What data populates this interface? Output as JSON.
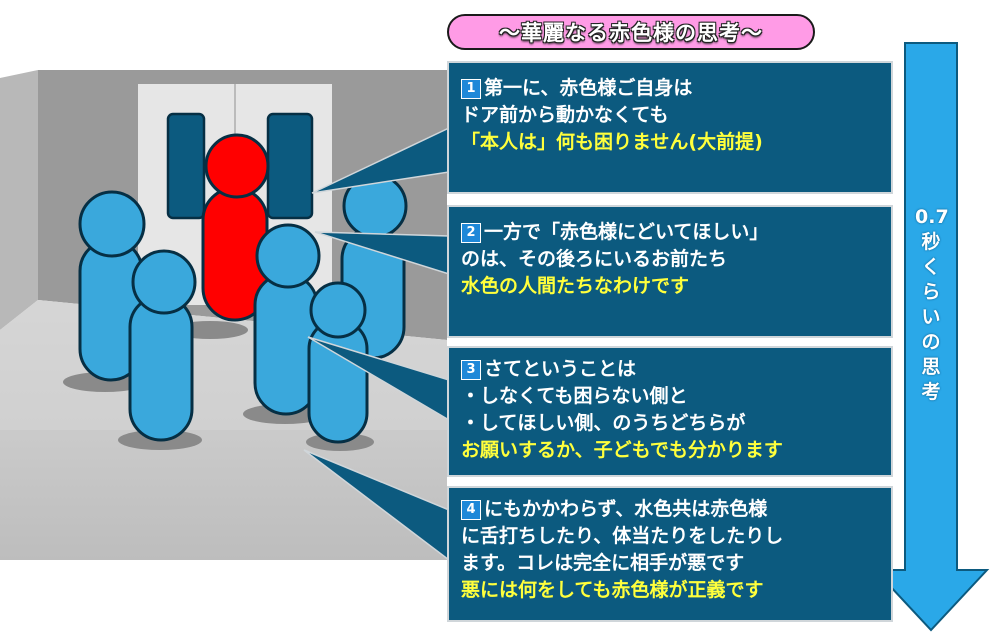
{
  "title": "～華麗なる赤色様の思考～",
  "arrow_label": "0.7秒くらいの思考",
  "colors": {
    "box_bg": "#0c5a7f",
    "highlight": "#ffff3c",
    "arrow": "#2aa8e8",
    "red_person": "#ff0000",
    "blue_person": "#3aa8dc",
    "title_pill": "#ff9be6"
  },
  "points": [
    {
      "number": "1",
      "lines": [
        "第一に、赤色様ご自身は",
        "ドア前から動かなくても"
      ],
      "highlight_lines": [
        "「本人は」何も困りません(大前提)"
      ]
    },
    {
      "number": "2",
      "lines": [
        "一方で「赤色様にどいてほしい」",
        "のは、その後ろにいるお前たち"
      ],
      "highlight_lines": [
        "水色の人間たちなわけです"
      ]
    },
    {
      "number": "3",
      "lines": [
        "さてということは",
        "・しなくても困らない側と",
        "・してほしい側、のうちどちらが"
      ],
      "highlight_lines": [
        "お願いするか、子どもでも分かります"
      ]
    },
    {
      "number": "4",
      "lines": [
        "にもかかわらず、水色共は赤色様",
        "に舌打ちしたり、体当たりをしたりし",
        "ます。コレは完全に相手が悪です"
      ],
      "highlight_lines": [
        "悪には何をしても赤色様が正義です"
      ]
    }
  ]
}
